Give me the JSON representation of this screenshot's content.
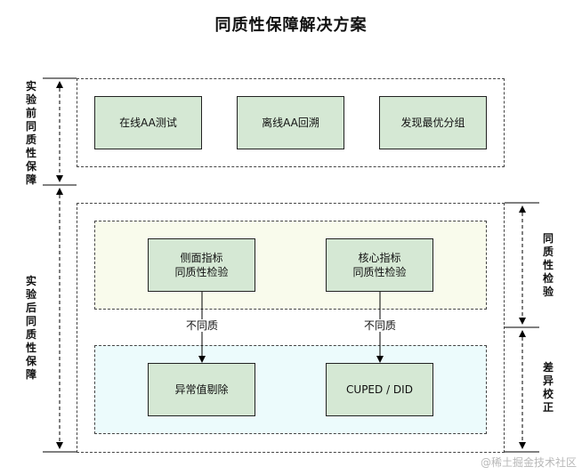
{
  "title": "同质性保障解决方案",
  "left_labels": {
    "pre": "实验前同质性保障",
    "post": "实验后同质性保障"
  },
  "right_labels": {
    "check": "同质性检验",
    "correct": "差异校正"
  },
  "pre_boxes": [
    "在线AA测试",
    "离线AA回溯",
    "发现最优分组"
  ],
  "check_boxes": [
    "侧面指标\n同质性检验",
    "核心指标\n同质性检验"
  ],
  "correct_boxes": [
    "异常值剔除",
    "CUPED / DID"
  ],
  "edge_labels": [
    "不同质",
    "不同质"
  ],
  "watermark": "@稀土掘金技术社区",
  "colors": {
    "box_fill": "#d5e8d4",
    "check_region": "#f9fbec",
    "correct_region": "#ecfbfc"
  }
}
